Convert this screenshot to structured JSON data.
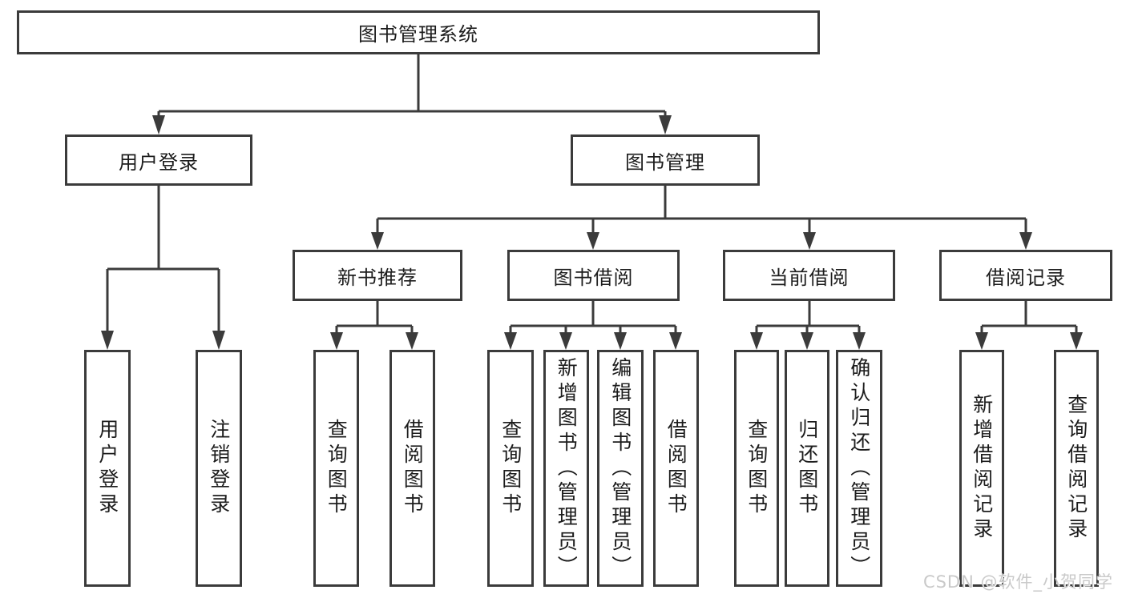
{
  "tree": {
    "root": "图书管理系统",
    "branches": [
      {
        "label": "用户登录",
        "children": [
          "用户登录",
          "注销登录"
        ]
      },
      {
        "label": "图书管理",
        "groups": [
          {
            "label": "新书推荐",
            "children": [
              "查询图书",
              "借阅图书"
            ]
          },
          {
            "label": "图书借阅",
            "children": [
              "查询图书",
              "新增图书（管理员）",
              "编辑图书（管理员）",
              "借阅图书"
            ]
          },
          {
            "label": "当前借阅",
            "children": [
              "查询图书",
              "归还图书",
              "确认归还（管理员）"
            ]
          },
          {
            "label": "借阅记录",
            "children": [
              "新增借阅记录",
              "查询借阅记录"
            ]
          }
        ]
      }
    ]
  },
  "watermark": "CSDN @软件_小贺同学",
  "colors": {
    "line": "#3b3b3b",
    "text": "#1c1c1c",
    "background": "#ffffff",
    "watermark": "#c9c9c9"
  }
}
